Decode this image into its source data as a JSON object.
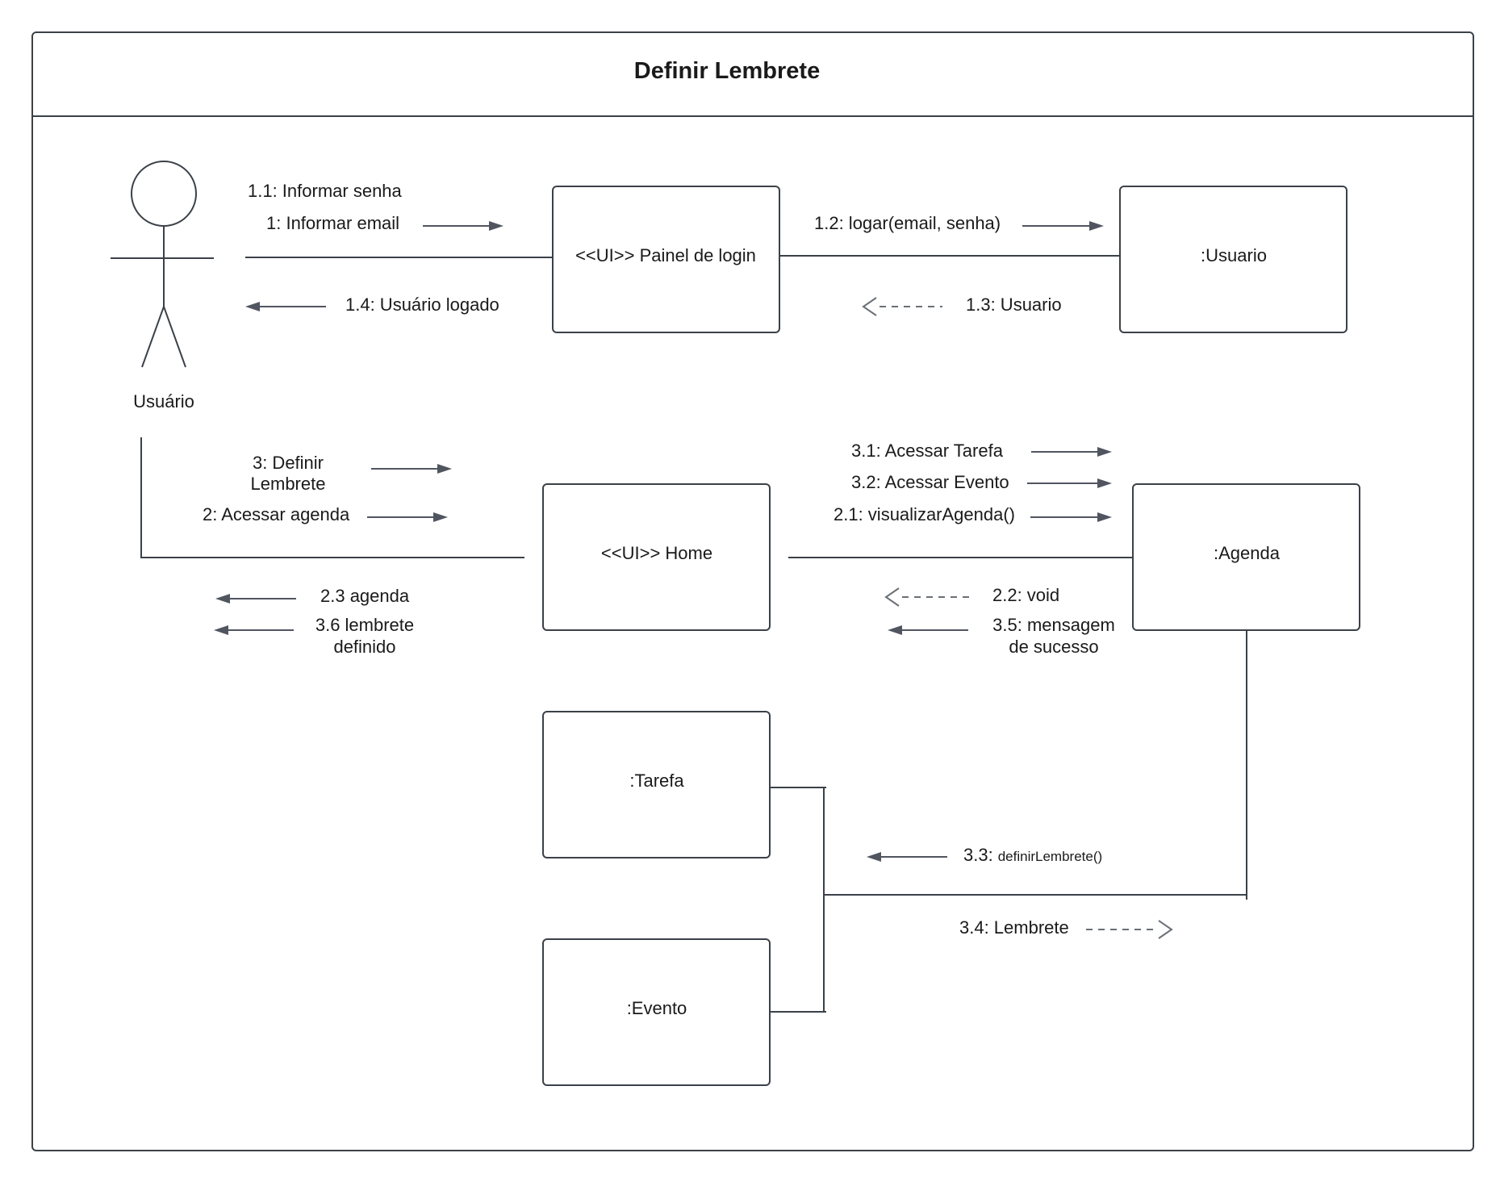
{
  "title": "Definir Lembrete",
  "actor": {
    "name": "Usuário"
  },
  "objects": {
    "painel_login": "<<UI>> Painel de login",
    "usuario": ":Usuario",
    "home": "<<UI>> Home",
    "agenda": ":Agenda",
    "tarefa": ":Tarefa",
    "evento": ":Evento"
  },
  "messages": {
    "m1_1": "1.1: Informar senha",
    "m1": "1: Informar email",
    "m1_4": "1.4: Usuário logado",
    "m1_2": "1.2: logar(email, senha)",
    "m1_3": "1.3: Usuario",
    "m3_l1": "3: Definir",
    "m3_l2": "Lembrete",
    "m2": "2: Acessar agenda",
    "m2_3": "2.3 agenda",
    "m3_6_l1": "3.6 lembrete",
    "m3_6_l2": "definido",
    "m3_1": "3.1: Acessar Tarefa",
    "m3_2": "3.2: Acessar Evento",
    "m2_1": "2.1: visualizarAgenda()",
    "m2_2": "2.2: void",
    "m3_5_l1": "3.5: mensagem",
    "m3_5_l2": "de sucesso",
    "m3_3_num": "3.3:",
    "m3_3_call": "definirLembrete()",
    "m3_4": "3.4: Lembrete"
  }
}
